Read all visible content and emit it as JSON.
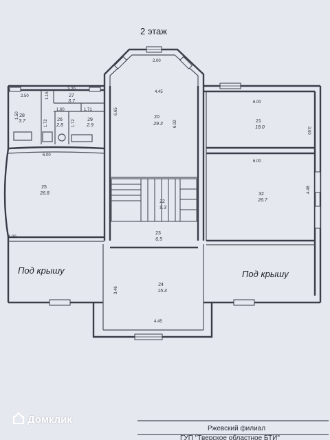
{
  "floor_title": "2 этаж",
  "rooms": [
    {
      "id": "r20",
      "number": "20",
      "area": "29.3"
    },
    {
      "id": "r21",
      "number": "21",
      "area": "18.0"
    },
    {
      "id": "r22",
      "number": "22",
      "area": "9.3"
    },
    {
      "id": "r23",
      "number": "23",
      "area": "6.5"
    },
    {
      "id": "r24",
      "number": "24",
      "area": "15.4"
    },
    {
      "id": "r25",
      "number": "25",
      "area": "26.8"
    },
    {
      "id": "r26",
      "number": "26",
      "area": "2.8"
    },
    {
      "id": "r27",
      "number": "27",
      "area": "3.7"
    },
    {
      "id": "r28",
      "number": "28",
      "area": "3.7"
    },
    {
      "id": "r29",
      "number": "29",
      "area": "2.9"
    },
    {
      "id": "r32",
      "number": "32",
      "area": "26.7"
    }
  ],
  "dimensions": {
    "d200": "2.00",
    "d445_top": "4.45",
    "d320": "3.20",
    "d665": "6.65",
    "d692": "6.92",
    "d600_r21": "6.00",
    "d300": "3.00",
    "d600_r32": "6.00",
    "d448": "4.48",
    "d600_r25": "6.00",
    "d115": "1.15",
    "d160": "1.60",
    "d171": "1.71",
    "d172a": "1.72",
    "d172b": "1.72",
    "d150": "1.50",
    "d250": "2.50",
    "d346": "3.46",
    "d445_bottom": "4.45",
    "d_left_mid": "1.00"
  },
  "labels": {
    "under_roof_left": "Под крышу",
    "under_roof_right": "Под крышу"
  },
  "footer": {
    "line1": "Ржевский филиал",
    "line2": "ГУП \"Тверское областное БТИ\""
  },
  "watermark": {
    "text": "Домклик"
  }
}
